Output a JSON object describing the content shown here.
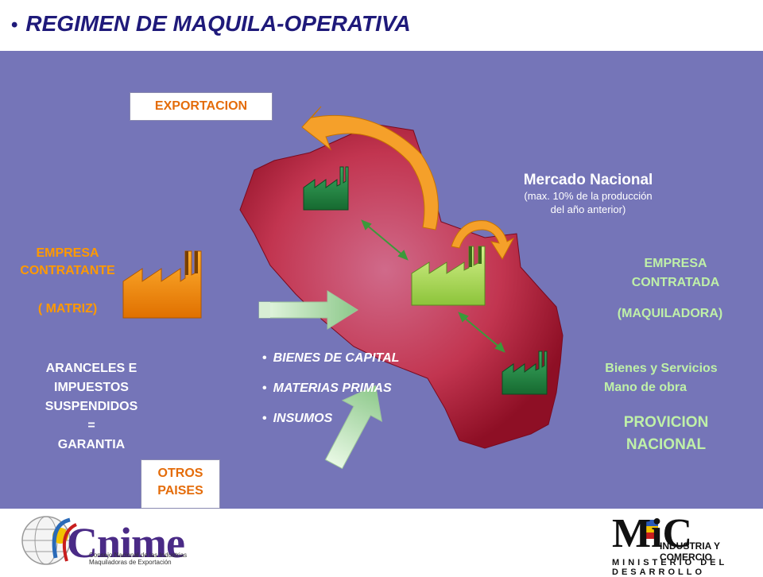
{
  "slide": {
    "title": "REGIMEN DE MAQUILA-OPERATIVA"
  },
  "diagram": {
    "exportacion": "EXPORTACION",
    "otros_paises": [
      "OTROS",
      "PAISES"
    ],
    "empresa_contratante": [
      "EMPRESA",
      "CONTRATANTE",
      "( MATRIZ)"
    ],
    "aranceles": [
      "ARANCELES E",
      "IMPUESTOS",
      "SUSPENDIDOS",
      "=",
      "GARANTIA"
    ],
    "mercado_nacional": {
      "title": "Mercado Nacional",
      "note": [
        "(max. 10% de la producción",
        "del año anterior)"
      ]
    },
    "empresa_contratada": [
      "EMPRESA",
      "CONTRATADA",
      "(MAQUILADORA)"
    ],
    "bienes_servicios": [
      "Bienes y Servicios",
      "Mano de obra"
    ],
    "provicion_nacional": [
      "PROVICION",
      "NACIONAL"
    ],
    "imports": [
      "BIENES DE CAPITAL",
      "MATERIAS PRIMAS",
      "INSUMOS"
    ]
  },
  "colors": {
    "title": "#1f1a7a",
    "panel": "#7575b8",
    "map": "#b01a35",
    "orange_label": "#ff9900",
    "green_label": "#bff0a8",
    "factory_orange": "#f08a10",
    "factory_green_dark": "#1e7a3e",
    "factory_green_light": "#a8d84a",
    "arrow_green": "#a8d8a0"
  },
  "footer": {
    "cnime_logo": {
      "word": "Cnime",
      "subtitle": [
        "Consejo Nacional de las Industrias",
        "Maquiladoras de Exportación"
      ]
    },
    "ministry_logo": {
      "mark": "MiC",
      "name": "INDUSTRIA Y COMERCIO",
      "ministry": "MINISTERIO DEL DESARROLLO"
    }
  }
}
